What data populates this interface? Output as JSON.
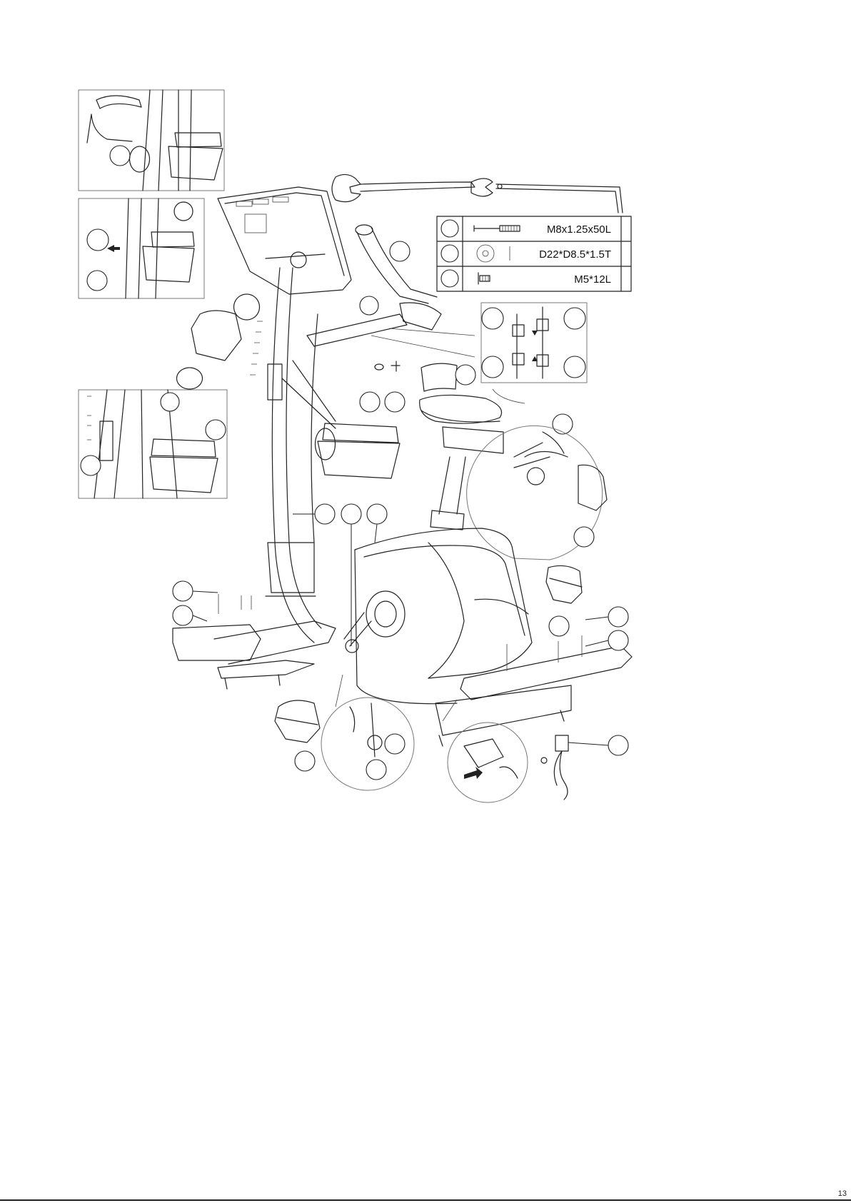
{
  "hardware_table": {
    "rows": [
      {
        "spec": "M8x1.25x50L",
        "icon": "bolt-icon"
      },
      {
        "spec": "D22*D8.5*1.5T",
        "icon": "washer-icon"
      },
      {
        "spec": "M5*12L",
        "icon": "screw-icon"
      }
    ]
  },
  "tools": [
    {
      "icon": "open-wrench-icon"
    },
    {
      "icon": "allen-key-icon"
    }
  ],
  "footer": {
    "page_number": "13"
  },
  "colors": {
    "line": "#222222",
    "frame": "#777777",
    "background": "#ffffff"
  }
}
